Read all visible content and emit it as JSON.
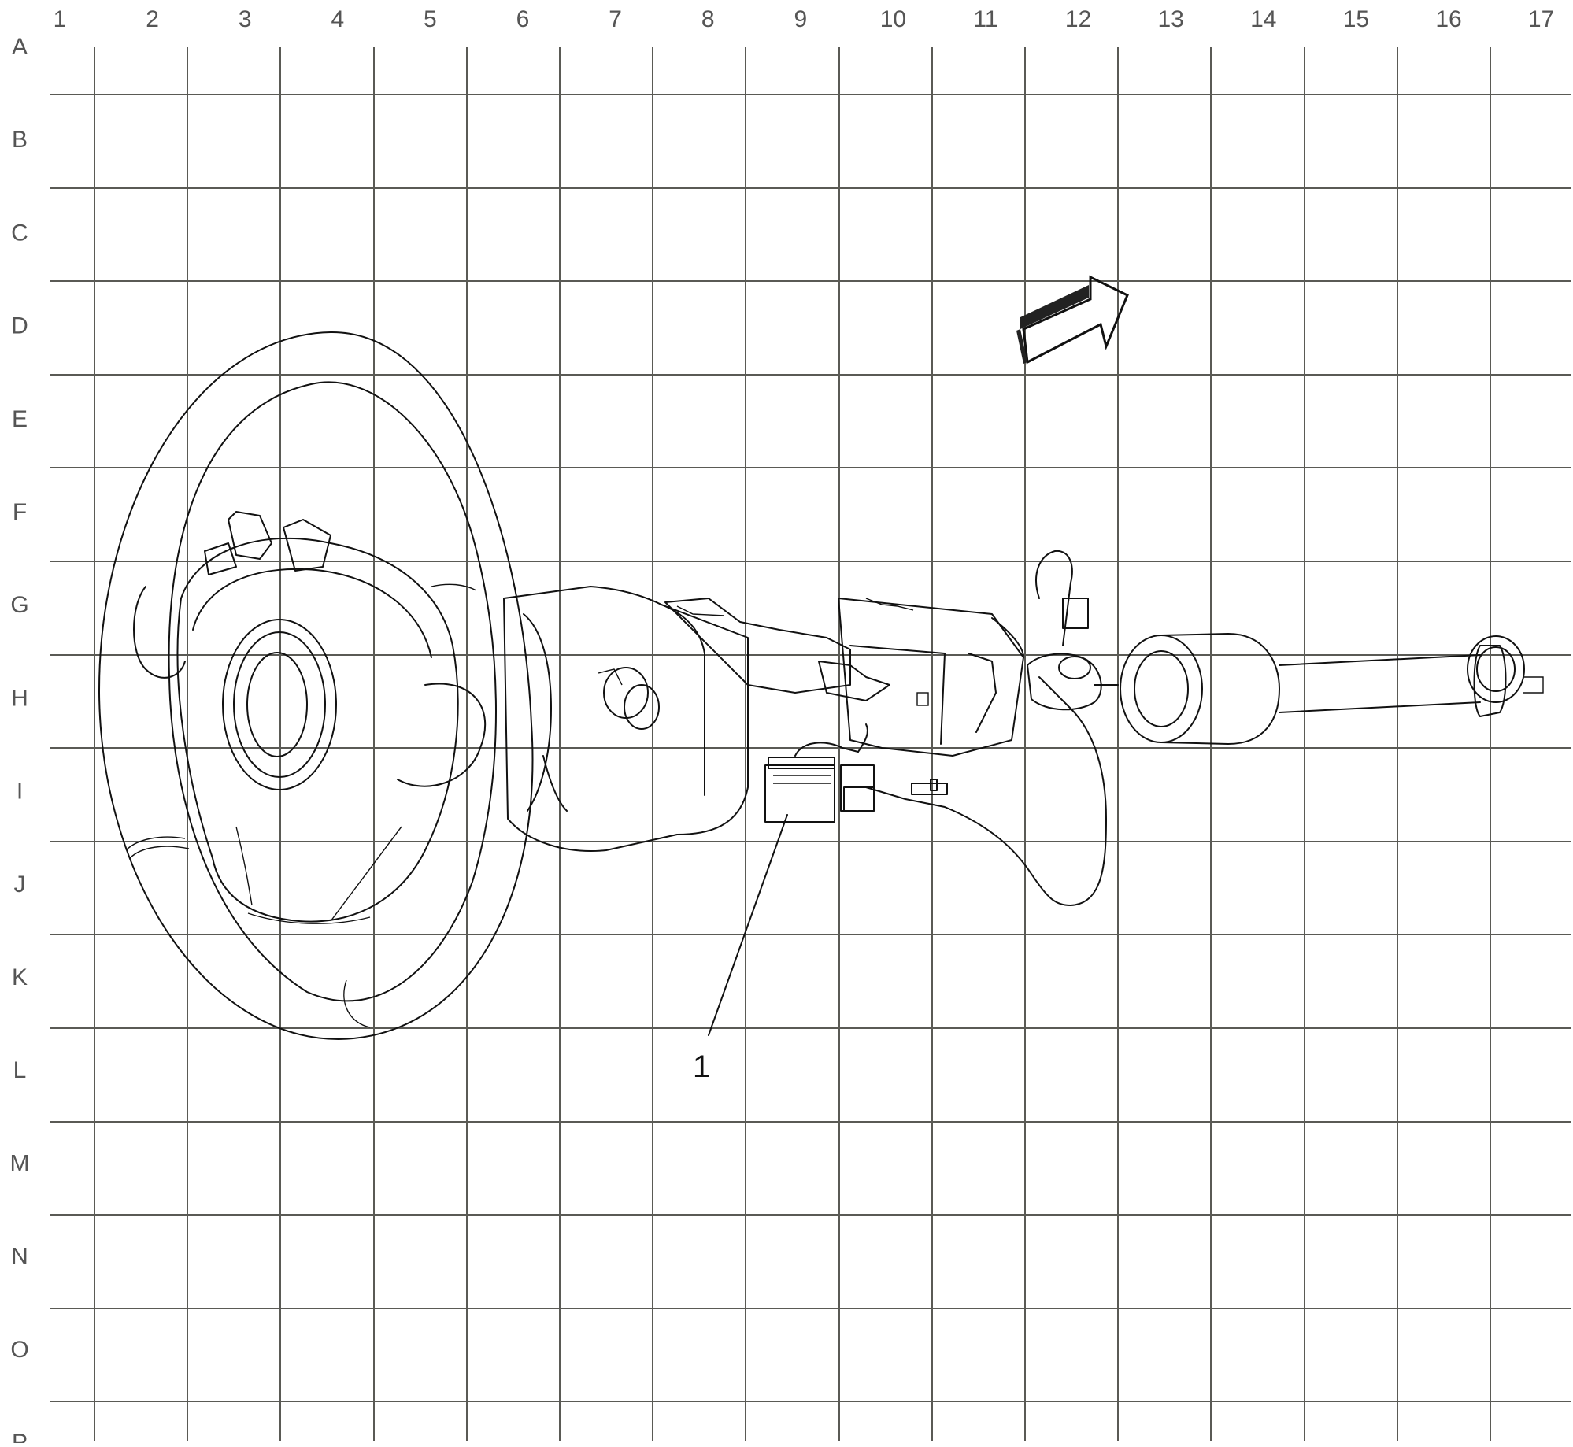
{
  "grid": {
    "columns": [
      "1",
      "2",
      "3",
      "4",
      "5",
      "6",
      "7",
      "8",
      "9",
      "10",
      "11",
      "12",
      "13",
      "14",
      "15",
      "16",
      "17"
    ],
    "rows": [
      "A",
      "B",
      "C",
      "D",
      "E",
      "F",
      "G",
      "H",
      "I",
      "J",
      "K",
      "L",
      "M",
      "N",
      "O",
      "P"
    ]
  },
  "callouts": [
    {
      "label": "1"
    }
  ],
  "colors": {
    "grid": "#5a5a55",
    "ink": "#111111",
    "labels": "#555555"
  }
}
